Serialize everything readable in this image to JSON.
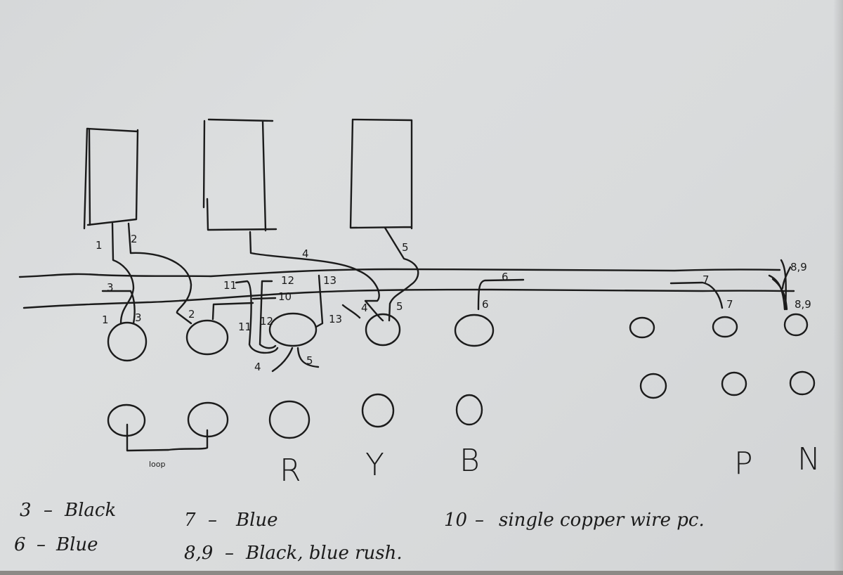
{
  "diagram": {
    "title": "",
    "meter_boxes": [
      {
        "id": "box-1",
        "label": ""
      },
      {
        "id": "box-2",
        "label": ""
      },
      {
        "id": "box-3",
        "label": ""
      }
    ],
    "wire_labels": {
      "w1_top": "1",
      "w2_top": "2",
      "w3_left": "3",
      "w1_bot": "1",
      "w3_bot": "3",
      "w2_bot": "2",
      "w4_top": "4",
      "w5_top": "5",
      "w11_top": "11",
      "w12_top": "12",
      "w13_top": "13",
      "w10": "10",
      "w11_bot": "11",
      "w12_bot": "12",
      "w13_bot": "13",
      "w4_mid": "4",
      "w5_mid": "5",
      "w4_bot": "4",
      "w5_bot": "5",
      "w6_top": "6",
      "w6_bot": "6",
      "w7_top": "7",
      "w7_bot": "7",
      "w89_top": "8,9",
      "w89_bot": "8,9"
    },
    "terminal_labels": {
      "looped": "loop",
      "R": "R",
      "Y": "Y",
      "B": "B",
      "P": "P",
      "N": "N"
    },
    "legend": [
      {
        "key": "3",
        "value": "Black"
      },
      {
        "key": "6",
        "value": "Blue"
      },
      {
        "key": "7",
        "value": "Blue"
      },
      {
        "key": "8,9",
        "value": "Black, blue rush."
      },
      {
        "key": "10",
        "value": "single copper wire pc."
      }
    ],
    "legend_separator": "–",
    "colors": {
      "ink": "#1b1b1b",
      "paper": "#d9dbdc"
    }
  }
}
